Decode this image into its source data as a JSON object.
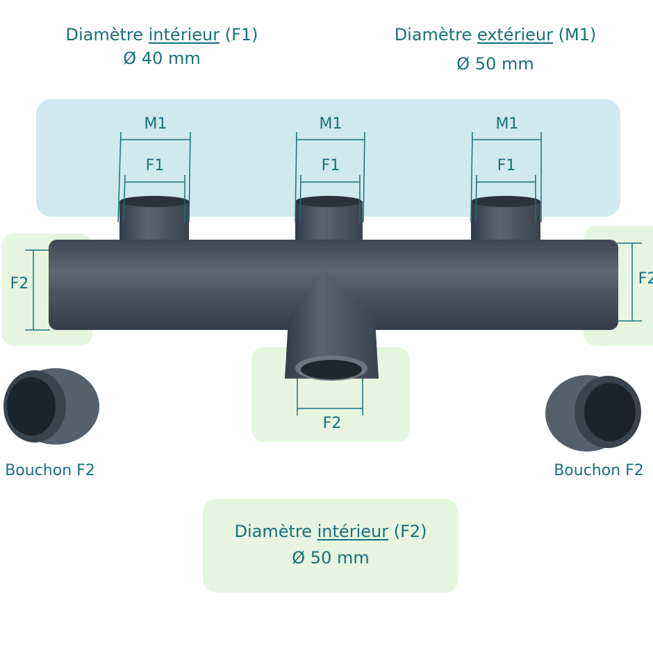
{
  "top_left": {
    "prefix": "Diamètre ",
    "emph": "intérieur",
    "suffix": " (F1)",
    "value": "Ø 40 mm"
  },
  "top_right": {
    "prefix": "Diamètre ",
    "emph": "extérieur",
    "suffix": " (M1)",
    "value": "Ø 50 mm"
  },
  "bottom": {
    "prefix": "Diamètre ",
    "emph": "intérieur",
    "suffix": " (F2)",
    "value": "Ø 50 mm"
  },
  "dims": {
    "m1": "M1",
    "f1": "F1",
    "f2": "F2"
  },
  "caps": {
    "left": "Bouchon F2",
    "right": "Bouchon F2"
  },
  "colors": {
    "text": "#17707b",
    "blue_zone": "#cfe9ef",
    "green_zone": "#e6f5e0",
    "pipe": "#4b5662"
  }
}
